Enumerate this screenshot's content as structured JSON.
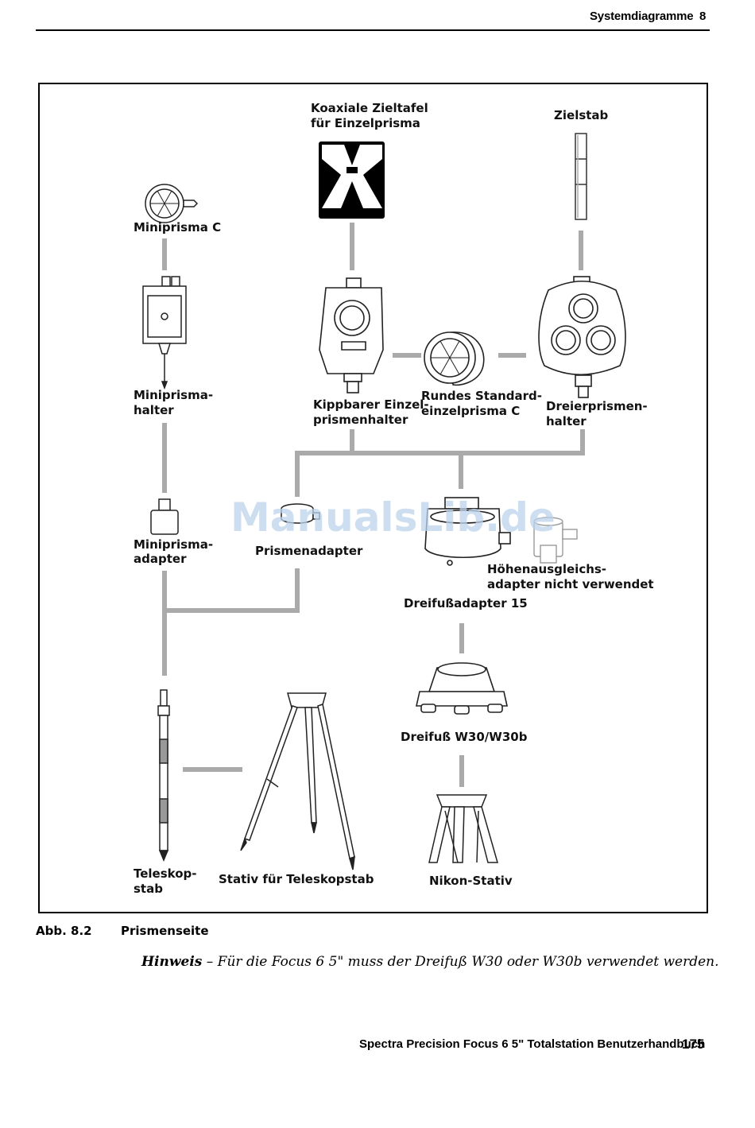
{
  "header": {
    "title": "Systemdiagramme",
    "chapter": "8"
  },
  "figure": {
    "labels": {
      "koaxial_l1": "Koaxiale Zieltafel",
      "koaxial_l2": "für Einzelprisma",
      "zielstab": "Zielstab",
      "miniprisma_c": "Miniprisma C",
      "miniprisma_halter_l1": "Miniprisma-",
      "miniprisma_halter_l2": "halter",
      "kippbarer_l1": "Kippbarer Einzel-",
      "kippbarer_l2": "prismenhalter",
      "rundes_l1": "Rundes Standard-",
      "rundes_l2": "einzelprisma C",
      "dreier_l1": "Dreierprismen-",
      "dreier_l2": "halter",
      "miniprisma_adapter_l1": "Miniprisma-",
      "miniprisma_adapter_l2": "adapter",
      "prismenadapter": "Prismenadapter",
      "hoehen_l1": "Höhenausgleichs-",
      "hoehen_l2": "adapter nicht verwendet",
      "dreifussadapter": "Dreifußadapter 15",
      "dreifuss_w30": "Dreifuß W30/W30b",
      "teleskop_l1": "Teleskop-",
      "teleskop_l2": "stab",
      "stativ_teleskop": "Stativ für Teleskopstab",
      "nikon_stativ": "Nikon-Stativ"
    },
    "caption_number": "Abb. 8.2",
    "caption_title": "Prismenseite"
  },
  "note": {
    "label": "Hinweis",
    "text": " – Für die Focus 6 5\" muss der Dreifuß W30 oder W30b verwendet werden."
  },
  "watermark": "ManualsLib.de",
  "footer": {
    "text": "Spectra Precision Focus 6 5\" Totalstation Benutzerhandbuch",
    "page": "175"
  }
}
